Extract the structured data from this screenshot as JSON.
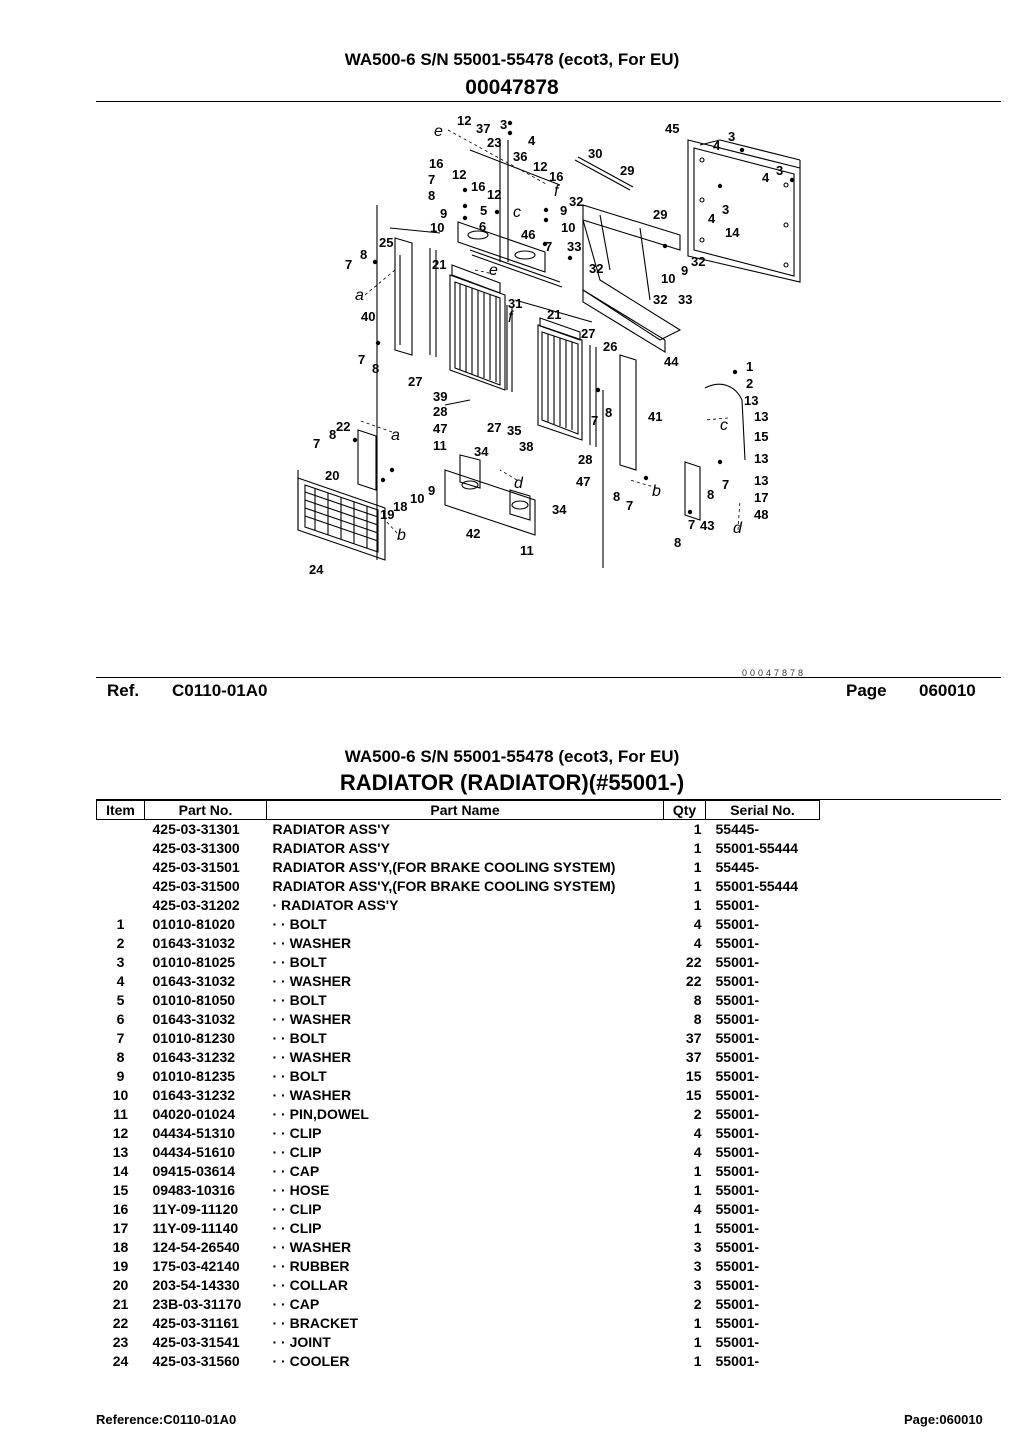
{
  "page1": {
    "subtitle": "WA500-6 S/N 55001-55478 (ecot3, For EU)",
    "title": "00047878",
    "figure_code": "00047878",
    "ref_label": "Ref.",
    "ref_value": "C0110-01A0",
    "page_label": "Page",
    "page_value": "060010"
  },
  "diagram": {
    "callouts": [
      "12",
      "37",
      "3",
      "23",
      "4",
      "36",
      "16",
      "30",
      "12",
      "16",
      "7",
      "12",
      "16",
      "29",
      "12",
      "8",
      "32",
      "9",
      "5",
      "9",
      "10",
      "6",
      "46",
      "10",
      "7",
      "33",
      "25",
      "8",
      "7",
      "21",
      "32",
      "31",
      "21",
      "40",
      "27",
      "26",
      "7",
      "8",
      "27",
      "39",
      "28",
      "47",
      "27",
      "35",
      "22",
      "8",
      "7",
      "11",
      "34",
      "38",
      "28",
      "20",
      "9",
      "10",
      "18",
      "19",
      "47",
      "34",
      "42",
      "11",
      "24",
      "45",
      "4",
      "3",
      "3",
      "4",
      "29",
      "4",
      "3",
      "14",
      "32",
      "9",
      "10",
      "32",
      "33",
      "44",
      "41",
      "8",
      "7",
      "1",
      "2",
      "13",
      "13",
      "15",
      "13",
      "13",
      "7",
      "8",
      "17",
      "48",
      "8",
      "7",
      "43",
      "7",
      "8"
    ],
    "letters": [
      "e",
      "a",
      "e",
      "f",
      "c",
      "f",
      "a",
      "d",
      "b",
      "c",
      "b",
      "d"
    ]
  },
  "page2": {
    "subtitle": "WA500-6 S/N 55001-55478 (ecot3, For EU)",
    "title": "RADIATOR (RADIATOR)(#55001-)",
    "columns": [
      "Item",
      "Part No.",
      "Part Name",
      "Qty",
      "Serial No."
    ],
    "rows": [
      [
        "",
        "425-03-31301",
        "RADIATOR ASS'Y",
        "1",
        "55445-"
      ],
      [
        "",
        "425-03-31300",
        "RADIATOR ASS'Y",
        "1",
        "55001-55444"
      ],
      [
        "",
        "425-03-31501",
        "RADIATOR ASS'Y,(FOR BRAKE COOLING SYSTEM)",
        "1",
        "55445-"
      ],
      [
        "",
        "425-03-31500",
        "RADIATOR ASS'Y,(FOR BRAKE COOLING SYSTEM)",
        "1",
        "55001-55444"
      ],
      [
        "",
        "425-03-31202",
        "· RADIATOR ASS'Y",
        "1",
        "55001-"
      ],
      [
        "1",
        "01010-81020",
        "· · BOLT",
        "4",
        "55001-"
      ],
      [
        "2",
        "01643-31032",
        "· · WASHER",
        "4",
        "55001-"
      ],
      [
        "3",
        "01010-81025",
        "· · BOLT",
        "22",
        "55001-"
      ],
      [
        "4",
        "01643-31032",
        "· · WASHER",
        "22",
        "55001-"
      ],
      [
        "5",
        "01010-81050",
        "· · BOLT",
        "8",
        "55001-"
      ],
      [
        "6",
        "01643-31032",
        "· · WASHER",
        "8",
        "55001-"
      ],
      [
        "7",
        "01010-81230",
        "· · BOLT",
        "37",
        "55001-"
      ],
      [
        "8",
        "01643-31232",
        "· · WASHER",
        "37",
        "55001-"
      ],
      [
        "9",
        "01010-81235",
        "· · BOLT",
        "15",
        "55001-"
      ],
      [
        "10",
        "01643-31232",
        "· · WASHER",
        "15",
        "55001-"
      ],
      [
        "11",
        "04020-01024",
        "· · PIN,DOWEL",
        "2",
        "55001-"
      ],
      [
        "12",
        "04434-51310",
        "· · CLIP",
        "4",
        "55001-"
      ],
      [
        "13",
        "04434-51610",
        "· · CLIP",
        "4",
        "55001-"
      ],
      [
        "14",
        "09415-03614",
        "· · CAP",
        "1",
        "55001-"
      ],
      [
        "15",
        "09483-10316",
        "· · HOSE",
        "1",
        "55001-"
      ],
      [
        "16",
        "11Y-09-11120",
        "· · CLIP",
        "4",
        "55001-"
      ],
      [
        "17",
        "11Y-09-11140",
        "· · CLIP",
        "1",
        "55001-"
      ],
      [
        "18",
        "124-54-26540",
        "· · WASHER",
        "3",
        "55001-"
      ],
      [
        "19",
        "175-03-42140",
        "· · RUBBER",
        "3",
        "55001-"
      ],
      [
        "20",
        "203-54-14330",
        "· · COLLAR",
        "3",
        "55001-"
      ],
      [
        "21",
        "23B-03-31170",
        "· · CAP",
        "2",
        "55001-"
      ],
      [
        "22",
        "425-03-31161",
        "· · BRACKET",
        "1",
        "55001-"
      ],
      [
        "23",
        "425-03-31541",
        "· · JOINT",
        "1",
        "55001-"
      ],
      [
        "24",
        "425-03-31560",
        "· · COOLER",
        "1",
        "55001-"
      ]
    ],
    "footer_reference": "Reference:C0110-01A0",
    "footer_page": "Page:060010"
  }
}
